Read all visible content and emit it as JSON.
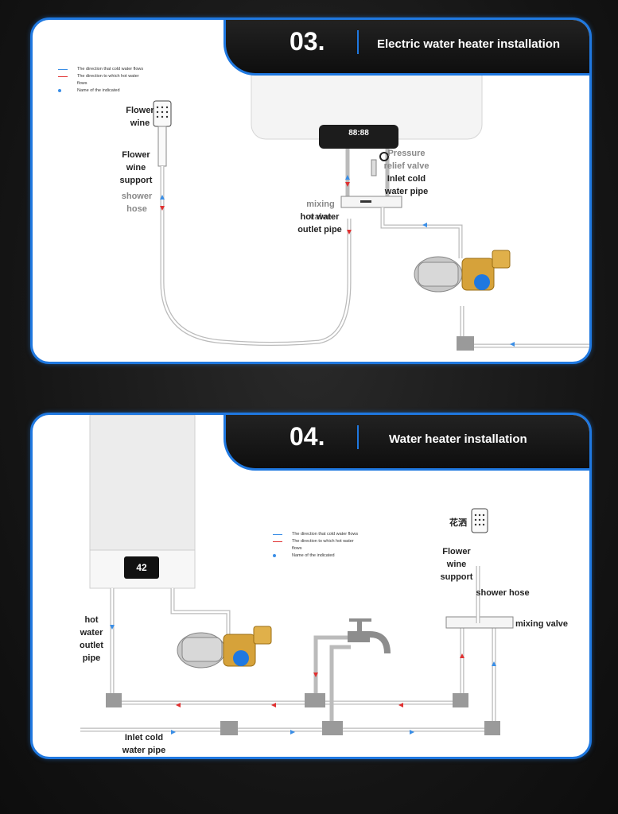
{
  "panel_03": {
    "number": "03.",
    "title": "Electric water heater installation",
    "legend": {
      "cold": "The direction that cold water flows",
      "hot": "The direction to which hot water flows",
      "name": "Name of the indicated"
    },
    "labels": {
      "flower_wine": "Flower wine",
      "flower_wine_support": "Flower wine support",
      "shower_hose": "shower hose",
      "pressure_relief_valve": "Pressure relief valve",
      "inlet_cold_water_pipe": "Inlet cold water pipe",
      "mixing_valve": "mixing valve",
      "hot_water_outlet_pipe": "hot water outlet pipe"
    },
    "display_text": "88:88"
  },
  "panel_04": {
    "number": "04.",
    "title": "Water heater installation",
    "legend": {
      "cold": "The direction that cold water flows",
      "hot": "The direction to which hot water flows",
      "name": "Name of the indicated"
    },
    "labels": {
      "shower_cn": "花洒",
      "flower_wine_support": "Flower wine support",
      "shower_hose": "shower hose",
      "mixing_valve": "mixing valve",
      "hot_water_outlet_pipe": "hot water outlet pipe",
      "inlet_cold_water_pipe": "Inlet cold water pipe"
    },
    "display_text": "42"
  },
  "colors": {
    "accent": "#1f78e0",
    "cold_arrow": "#3a8ee6",
    "hot_arrow": "#e03030"
  }
}
